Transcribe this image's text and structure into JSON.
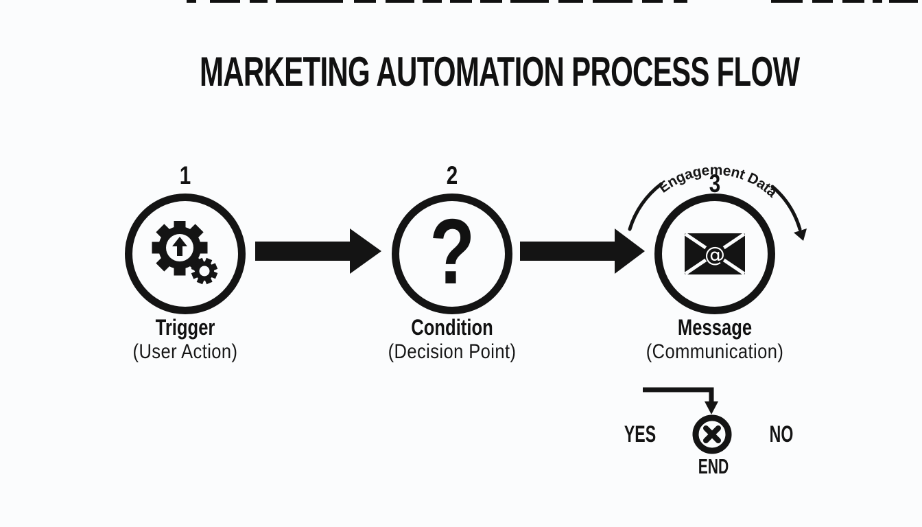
{
  "title": "MARKETING AUTOMATION PROCESS FLOW",
  "steps": [
    {
      "number": "1",
      "name": "Trigger",
      "subtitle": "(User Action)",
      "icon": "gears-icon"
    },
    {
      "number": "2",
      "name": "Condition",
      "subtitle": "(Decision Point)",
      "icon": "question-mark-icon"
    },
    {
      "number": "3",
      "name": "Message",
      "subtitle": "(Communication)",
      "icon": "email-envelope-icon"
    }
  ],
  "icons": {
    "question_mark": "?",
    "at_symbol": "@"
  },
  "feedback_loop": {
    "label": "Engagement Data"
  },
  "decision": {
    "yes": "YES",
    "no": "NO",
    "end": "END"
  },
  "colors": {
    "ink": "#141414",
    "background": "#fbfcfd"
  }
}
